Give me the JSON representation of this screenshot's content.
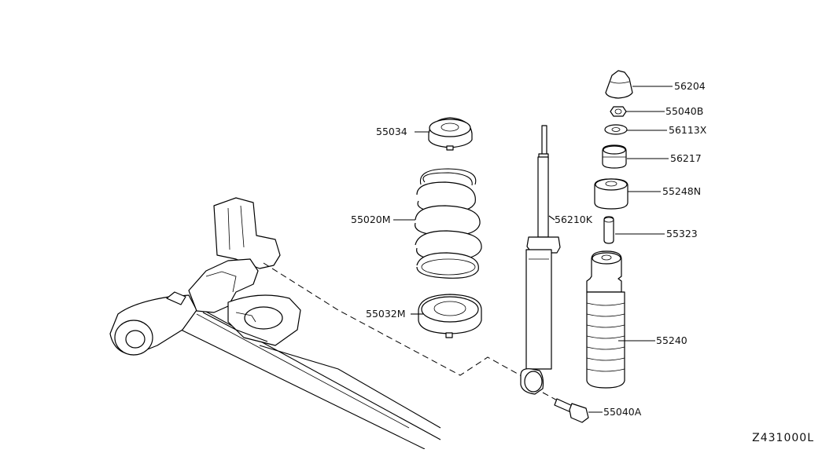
{
  "diagram": {
    "code": "Z431000L",
    "parts": [
      {
        "id": "56204",
        "label": "56204"
      },
      {
        "id": "55040B",
        "label": "55040B"
      },
      {
        "id": "56113X",
        "label": "56113X"
      },
      {
        "id": "56217",
        "label": "56217"
      },
      {
        "id": "55248N",
        "label": "55248N"
      },
      {
        "id": "55323",
        "label": "55323"
      },
      {
        "id": "55240",
        "label": "55240"
      },
      {
        "id": "55040A",
        "label": "55040A"
      },
      {
        "id": "56210K",
        "label": "56210K"
      },
      {
        "id": "55034",
        "label": "55034"
      },
      {
        "id": "55020M",
        "label": "55020M"
      },
      {
        "id": "55032M",
        "label": "55032M"
      }
    ]
  }
}
